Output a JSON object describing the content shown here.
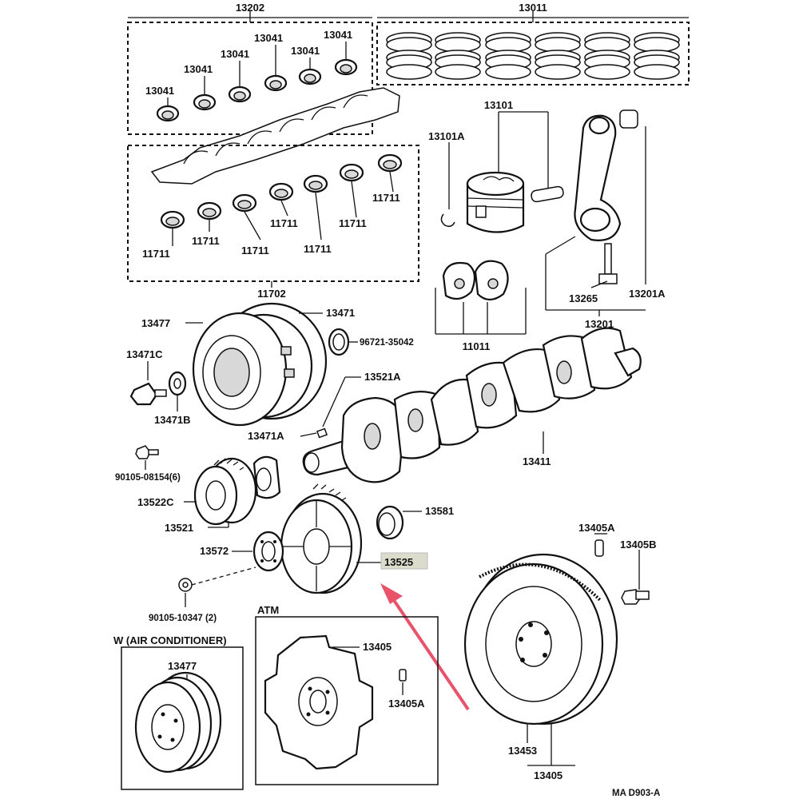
{
  "parts": {
    "p13202": "13202",
    "p13011": "13011",
    "p13041a": "13041",
    "p13041b": "13041",
    "p13041c": "13041",
    "p13041d": "13041",
    "p13041e": "13041",
    "p13041f": "13041",
    "p13101": "13101",
    "p13101A": "13101A",
    "p11711a": "11711",
    "p11711b": "11711",
    "p11711c": "11711",
    "p11711d": "11711",
    "p11711e": "11711",
    "p11711f": "11711",
    "p11711g": "11711",
    "p13265": "13265",
    "p13201A": "13201A",
    "p13201": "13201",
    "p11702": "11702",
    "p13477top": "13477",
    "p13471": "13471",
    "p96721": "96721-35042",
    "p11011": "11011",
    "p13471C": "13471C",
    "p13521A": "13521A",
    "p13471B": "13471B",
    "p13471A": "13471A",
    "p13411": "13411",
    "p90105a": "90105-08154(6)",
    "p13522C": "13522C",
    "p13521": "13521",
    "p13581": "13581",
    "p13405A_top": "13405A",
    "p13405B": "13405B",
    "p13572": "13572",
    "p13525": "13525",
    "p90105b": "90105-10347 (2)",
    "atm": "ATM",
    "wac": "W (AIR CONDITIONER)",
    "p13477box": "13477",
    "p13405box": "13405",
    "p13405Abox": "13405A",
    "p13453": "13453",
    "p13405bottom": "13405",
    "ref": "MA  D903-A"
  },
  "highlight": {
    "part": "13525",
    "box_color": "#dcdccc",
    "arrow_color": "#e8536a"
  }
}
